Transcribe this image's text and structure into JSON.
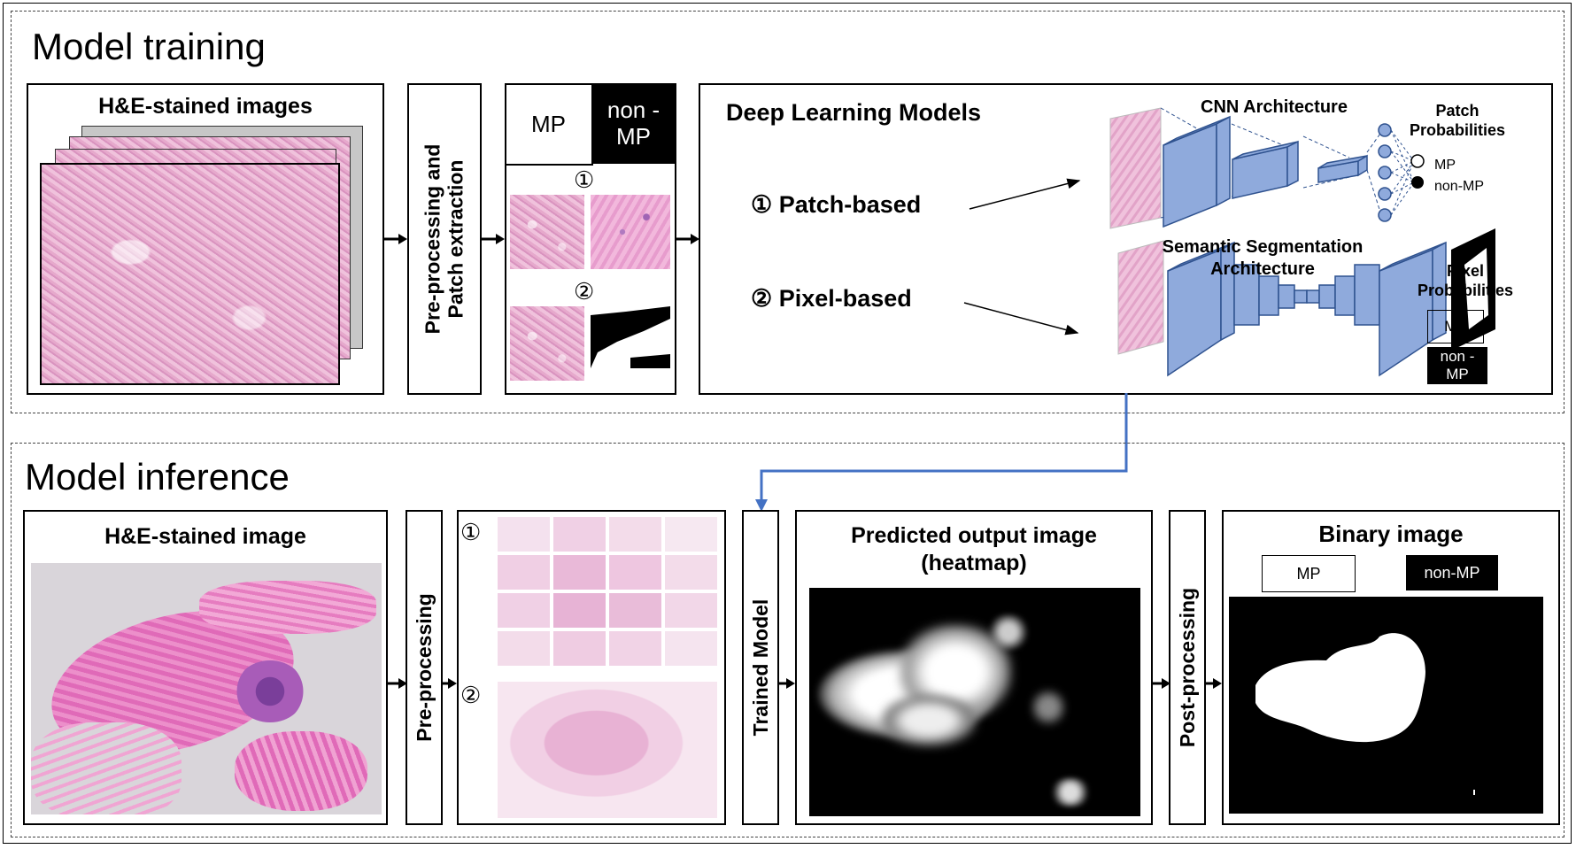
{
  "training": {
    "title": "Model training",
    "he_images_title": "H&E-stained images",
    "preprocess_label": "Pre-processing and Patch extraction",
    "mp_label": "MP",
    "nonmp_label": "non - MP",
    "num1": "①",
    "num2": "②",
    "dl_title": "Deep Learning Models",
    "patch_based": "① Patch-based",
    "pixel_based": "② Pixel-based",
    "cnn_title": "CNN Architecture",
    "patch_prob": "Patch Probabilities",
    "legend_mp": "MP",
    "legend_nonmp": "non-MP",
    "seg_title": "Semantic Segmentation Architecture",
    "pixel_prob": "Pixel Probabilities",
    "pixel_mp": "MP",
    "pixel_nonmp": "non -MP"
  },
  "inference": {
    "title": "Model inference",
    "he_image_title": "H&E-stained image",
    "preprocess_label": "Pre-processing",
    "num1": "①",
    "num2": "②",
    "trained_model": "Trained Model",
    "predicted_title": "Predicted output image (heatmap)",
    "postprocess_label": "Post-processing",
    "binary_title": "Binary image",
    "binary_mp": "MP",
    "binary_nonmp": "non-MP"
  },
  "colors": {
    "accent_blue": "#4472c4",
    "layer_fill": "#8faadc",
    "layer_stroke": "#2f528f",
    "tissue_pink": "#e6a9cc"
  }
}
